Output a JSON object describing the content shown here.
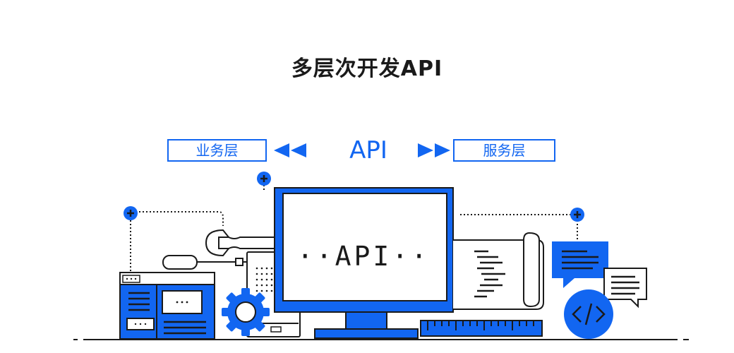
{
  "title": "多层次开发API",
  "left_label": "业务层",
  "center_label": "API",
  "right_label": "服务层",
  "screen_label": "··API··",
  "colors": {
    "accent": "#1266f1",
    "ink": "#1a1a1a",
    "background": "#ffffff"
  },
  "icons": [
    "plus-icon",
    "wrench-icon",
    "plug-icon",
    "gear-icon",
    "server-icon",
    "monitor-icon",
    "blueprint-icon",
    "ruler-icon",
    "chat-icon",
    "code-icon",
    "browser-window-icon"
  ]
}
